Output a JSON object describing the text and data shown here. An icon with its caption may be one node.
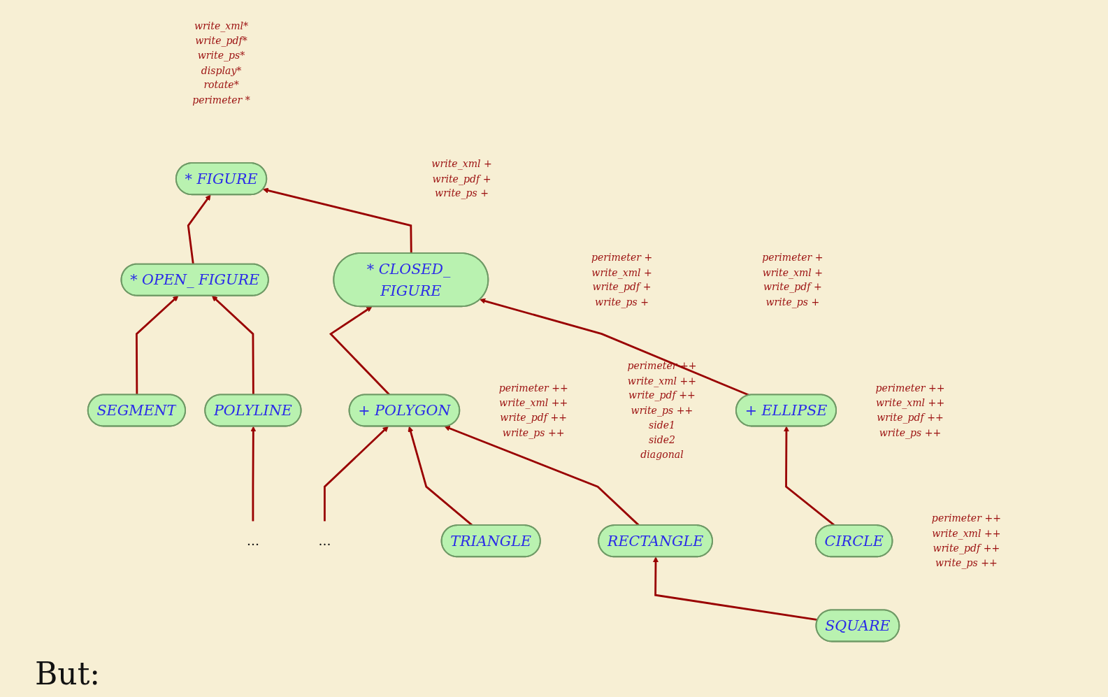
{
  "diagram": {
    "nodes": [
      {
        "text": [
          "* FIGURE"
        ],
        "beside": [
          "write_xml*",
          "write_pdf*",
          "write_ps*",
          "display*",
          "rotate*",
          "perimeter *"
        ]
      },
      {
        "text": [
          "* OPEN_ FIGURE"
        ],
        "beside": [
          "write_xml +",
          "write_pdf +",
          "write_ps +"
        ]
      },
      {
        "text": [
          "* CLOSED_ FIGURE"
        ]
      },
      {
        "text": [
          "SEGMENT"
        ]
      },
      {
        "text": [
          "POLYLINE"
        ]
      },
      {
        "text": [
          "+ POLYGON"
        ],
        "beside": [
          "perimeter +",
          "write_xml +",
          "write_pdf +",
          "write_ps +"
        ]
      },
      {
        "text": [
          "+ ELLIPSE"
        ],
        "beside": [
          "perimeter +",
          "write_xml +",
          "write_pdf +",
          "write_ps +"
        ]
      },
      {
        "text": [
          "..."
        ]
      },
      {
        "text": [
          "..."
        ]
      },
      {
        "text": [
          "TRIANGLE"
        ],
        "beside": [
          "perimeter ++",
          "write_xml ++",
          "write_pdf ++",
          "write_ps ++"
        ]
      },
      {
        "text": [
          "RECTANGLE"
        ],
        "beside": [
          "perimeter ++",
          "write_xml ++",
          "write_pdf ++",
          "write_ps ++",
          "side1",
          "side2",
          "diagonal"
        ]
      },
      {
        "text": [
          "SQUARE"
        ],
        "beside": [
          "perimeter ++",
          "write_xml ++",
          "write_pdf ++",
          "write_ps ++"
        ]
      },
      {
        "text": [
          "CIRCLE"
        ],
        "beside": [
          "perimeter ++",
          "write_xml ++",
          "write_pdf ++",
          "write_ps ++"
        ]
      }
    ],
    "edges": [
      {
        "from": 1,
        "to": 0,
        "arrow": "to"
      },
      {
        "from": 2,
        "to": 0,
        "arrow": "to"
      },
      {
        "from": 3,
        "to": 1,
        "arrow": "to"
      },
      {
        "from": 4,
        "to": 1,
        "arrow": "to"
      },
      {
        "from": 5,
        "to": 2,
        "arrow": "to"
      },
      {
        "from": 6,
        "to": 2,
        "arrow": "to"
      },
      {
        "from": 7,
        "to": 4,
        "arrow": "to"
      },
      {
        "from": 9,
        "to": 5,
        "arrow": "to"
      },
      {
        "from": 10,
        "to": 5,
        "arrow": "to"
      },
      {
        "from": 8,
        "to": 5,
        "arrow": "to"
      },
      {
        "from": 11,
        "to": 10,
        "arrow": "to"
      },
      {
        "from": 12,
        "to": 6,
        "arrow": "to"
      }
    ],
    "labels": [
      "But:"
    ]
  }
}
